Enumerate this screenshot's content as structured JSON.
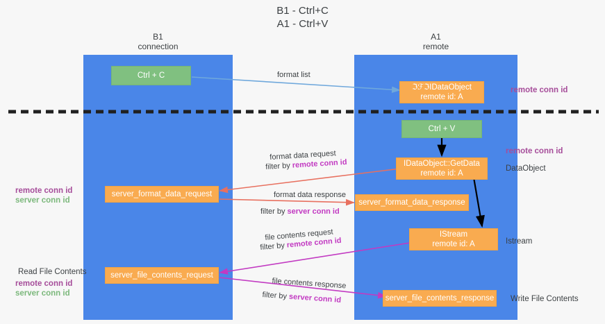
{
  "title": {
    "line1": "B1 - Ctrl+C",
    "line2": "A1 - Ctrl+V"
  },
  "lanes": [
    {
      "id": "b1",
      "name": "B1",
      "role": "connection"
    },
    {
      "id": "a1",
      "name": "A1",
      "role": "remote"
    }
  ],
  "colors": {
    "lane": "#4a86e8",
    "green_box": "#80c080",
    "orange_box": "#f9ab50",
    "purple_label": "#a64d9a",
    "green_label": "#7cb87c",
    "magenta_link": "#c23ac2",
    "red_arrow": "#e8705f",
    "blue_arrow": "#6fa8dc",
    "black_arrow": "#000000",
    "divider": "#202020",
    "background": "#f7f7f7"
  },
  "boxes": {
    "ctrl_c": "Ctrl + C",
    "ctrl_v": "Ctrl + V",
    "dataobject_register": {
      "line1": "ℑℱℑIDataObject",
      "line2": "remote id: A"
    },
    "getdata": {
      "line1": "IDataObject::GetData",
      "line2": "remote id: A"
    },
    "server_format_data_request": "server_format_data_request",
    "server_format_data_response": "server_format_data_response",
    "istream": {
      "line1": "IStream",
      "line2": "remote id: A"
    },
    "server_file_contents_request": "server_file_contents_request",
    "server_file_contents_response": "server_file_contents_response"
  },
  "edges": {
    "format_list": "format list",
    "format_data_request": "format data request",
    "format_data_request_filter_prefix": "filter by ",
    "format_data_request_filter_key": "remote conn id",
    "format_data_response": "format data response",
    "format_data_response_filter_prefix": "filter by ",
    "format_data_response_filter_key": "server conn id",
    "file_contents_request": "file contents request",
    "file_contents_request_filter_prefix": "filter by ",
    "file_contents_request_filter_key": "remote conn id",
    "file_contents_response": "file contents response",
    "file_contents_response_filter_prefix": "filter by ",
    "file_contents_response_filter_key": "server conn id"
  },
  "right_labels": {
    "remote_conn_id_top": "remote conn id",
    "remote_conn_id_mid": "remote conn id",
    "dataobject": "DataObject",
    "istream": "Istream",
    "write_file_contents": "Write File Contents"
  },
  "left_labels": {
    "legend_mid": {
      "remote": "remote conn id",
      "server": "server conn id"
    },
    "read_file_contents": "Read File Contents",
    "legend_bottom": {
      "remote": "remote conn id",
      "server": "server conn id"
    }
  }
}
